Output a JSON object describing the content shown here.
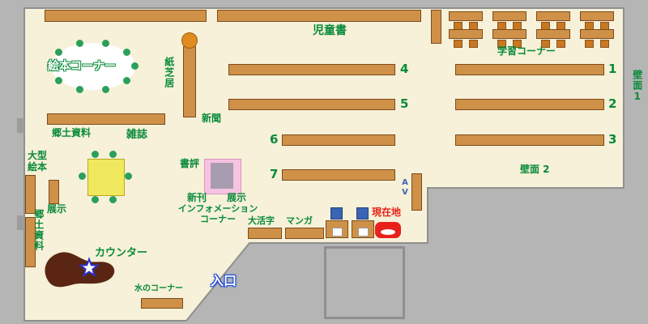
{
  "areas": {
    "jidosho": {
      "label": "児童書"
    },
    "gakushu": {
      "label": "学習コーナー"
    },
    "ehon_corner": {
      "label": "絵本コーナー"
    },
    "kamishibai": {
      "label": "紙芝居"
    },
    "shinbun": {
      "label": "新聞"
    },
    "kyodo_top": {
      "label": "郷土資料"
    },
    "zasshi": {
      "label": "雑誌"
    },
    "ogata_ehon": {
      "label": "大型\n絵本"
    },
    "tenji_left": {
      "label": "展示"
    },
    "kyodo_left": {
      "label": "郷土資料"
    },
    "shohyo": {
      "label": "書評"
    },
    "shinkan": {
      "label": "新刊"
    },
    "tenji_center": {
      "label": "展示"
    },
    "information": {
      "label": "インフォメーション\nコーナー"
    },
    "daikatsuji": {
      "label": "大活字"
    },
    "manga": {
      "label": "マンガ"
    },
    "genzaichi": {
      "label": "現在地"
    },
    "counter": {
      "label": "カウンター"
    },
    "mizu": {
      "label": "水のコーナー"
    },
    "entrance": {
      "label": "入口"
    },
    "wall1": {
      "label": "壁面1"
    },
    "wall2": {
      "label": "壁面 2"
    },
    "av": {
      "label": "AV"
    }
  },
  "shelf_numbers": {
    "n1": "1",
    "n2": "2",
    "n3": "3",
    "n4": "4",
    "n5": "5",
    "n6": "6",
    "n7": "7"
  },
  "colors": {
    "floor": "#f6f1d8",
    "wall_bg": "#b5b5b5",
    "shelf": "#cf9148",
    "label_green": "#0a8a3a",
    "counter_brown": "#5a2613",
    "marker_red": "#e8211a",
    "chair_green": "#2ba05a",
    "chair_blue": "#3a64b4",
    "table_yellow": "#f0e95e",
    "display_pink": "#f6c3e0",
    "kamishibai_orange": "#df8b1f",
    "star_blue": "#2a32c8",
    "entrance_blue": "#1a46d8"
  }
}
